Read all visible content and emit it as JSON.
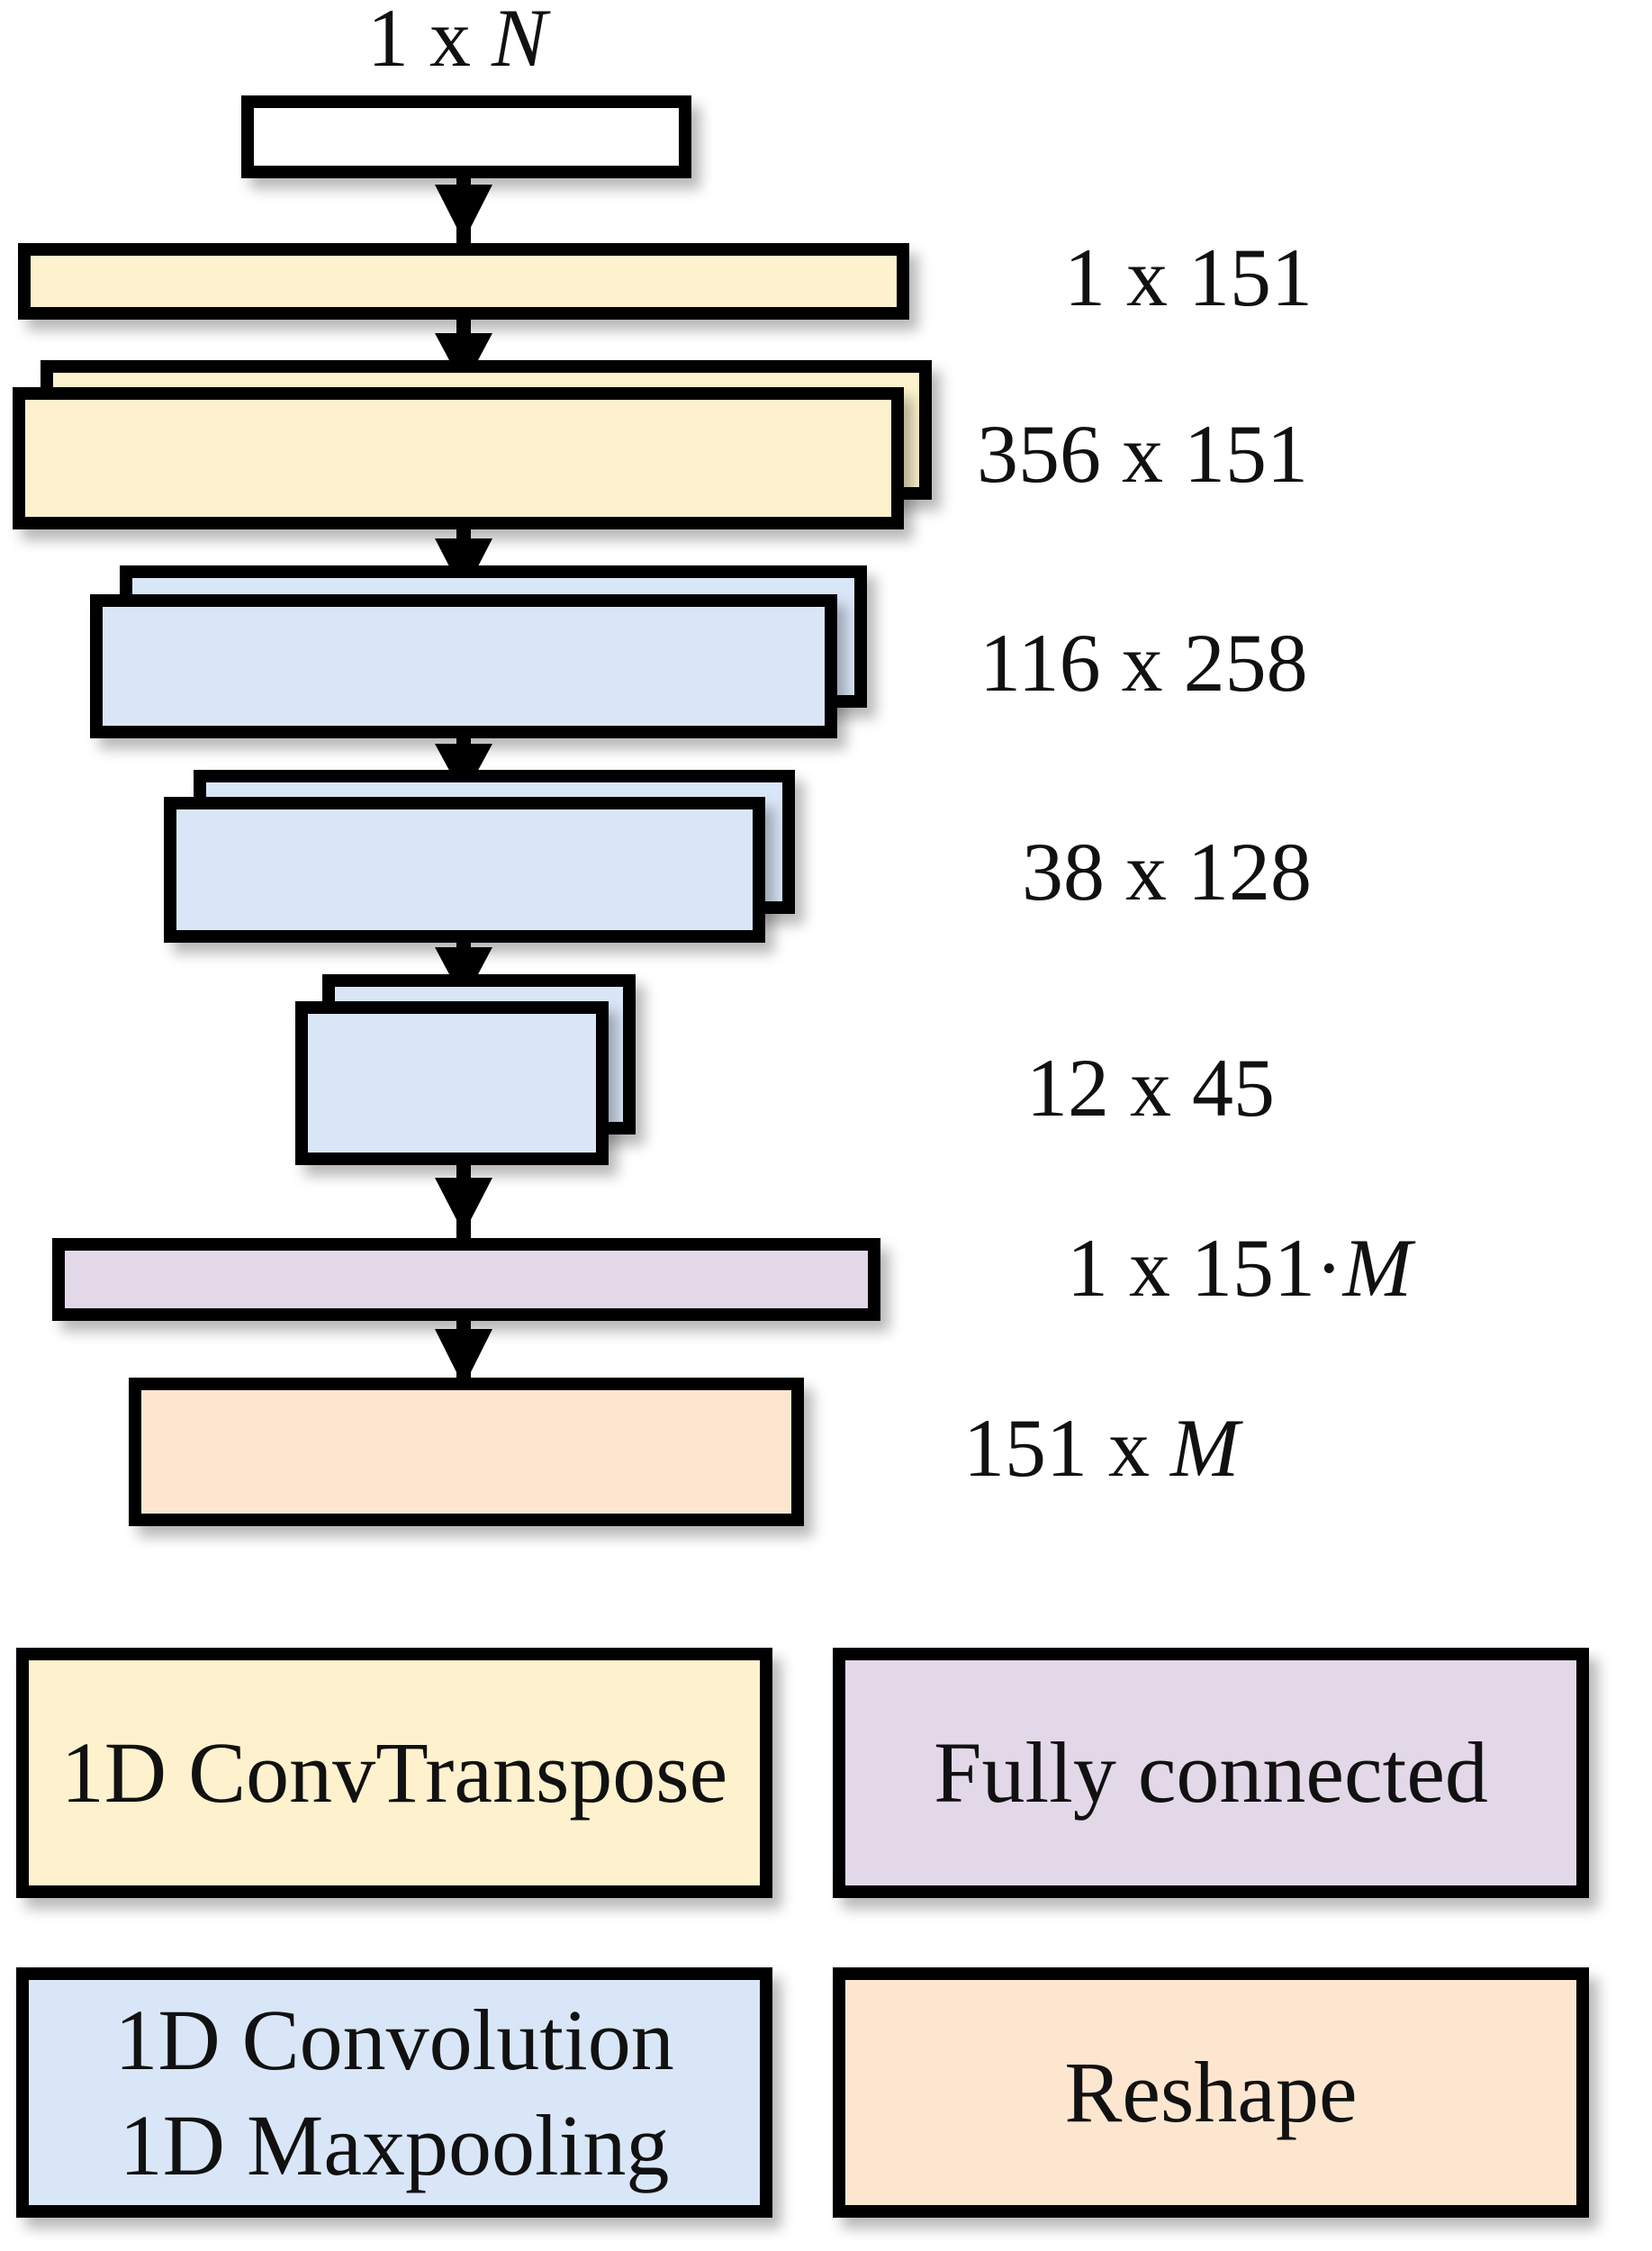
{
  "colors": {
    "input": "#ffffff",
    "conv_transpose": "#fdf2cd",
    "convolution": "#d9e6f7",
    "fully_connected": "#e3d8e8",
    "reshape": "#fde6d0",
    "border": "#000000"
  },
  "layers": [
    {
      "id": "input",
      "kind": "input",
      "dim_prefix": "1 x ",
      "dim_var": "N"
    },
    {
      "id": "deconv-1",
      "kind": "conv_transpose",
      "dim_prefix": "1 x 151",
      "dim_var": ""
    },
    {
      "id": "deconv-2",
      "kind": "conv_transpose",
      "dim_prefix": "356 x 151",
      "dim_var": ""
    },
    {
      "id": "conv-1",
      "kind": "convolution",
      "dim_prefix": "116 x 258",
      "dim_var": ""
    },
    {
      "id": "conv-2",
      "kind": "convolution",
      "dim_prefix": "38 x 128",
      "dim_var": ""
    },
    {
      "id": "conv-3",
      "kind": "convolution",
      "dim_prefix": "12 x 45",
      "dim_var": ""
    },
    {
      "id": "fc",
      "kind": "fully_connected",
      "dim_prefix": "1 x 151·",
      "dim_var": "M"
    },
    {
      "id": "reshape",
      "kind": "reshape",
      "dim_prefix": "151 x ",
      "dim_var": "M"
    }
  ],
  "legend": {
    "conv_transpose": [
      "1D ConvTranspose"
    ],
    "fully_connected": [
      "Fully connected"
    ],
    "convolution": [
      "1D Convolution",
      "1D Maxpooling"
    ],
    "reshape": [
      "Reshape"
    ]
  }
}
